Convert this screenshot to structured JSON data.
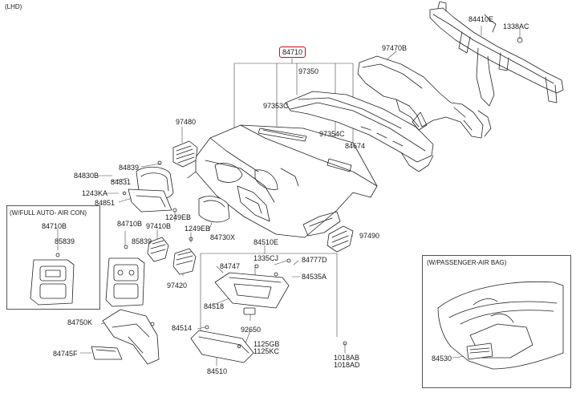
{
  "diagram": {
    "variant_label": "(LHD)",
    "highlighted_part": "84710",
    "section_auto_ac": "(W/FULL AUTO- AIR CON)",
    "section_airbag": "(W/PASSENGER-AIR BAG)",
    "parts": {
      "p84410E": "84410E",
      "p1338AC": "1338AC",
      "p97470B": "97470B",
      "p97350": "97350",
      "p97353C": "97353C",
      "p97354C": "97354C",
      "p84674": "84674",
      "p97480": "97480",
      "p84839": "84839",
      "p84830B": "84830B",
      "p84831": "84831",
      "p1243KA": "1243KA",
      "p84851": "84851",
      "p1249EB_a": "1249EB",
      "p97410B": "97410B",
      "p84710B_main": "84710B",
      "p85839_main": "85839",
      "p1249EB_b": "1249EB",
      "p84730X": "84730X",
      "p84510E": "84510E",
      "p97490": "97490",
      "p84710B_auto": "84710B",
      "p85839_auto": "85839",
      "p84747": "84747",
      "p1335CJ": "1335CJ",
      "p84777D": "84777D",
      "p84535A": "84535A",
      "p97420": "97420",
      "p84518": "84518",
      "p84750K": "84750K",
      "p84514": "84514",
      "p92650": "92650",
      "p1125GB": "1125GB",
      "p1125KC": "1125KC",
      "p84745F": "84745F",
      "p84510": "84510",
      "p1018AB": "1018AB",
      "p1018AD": "1018AD",
      "p84530": "84530"
    }
  }
}
